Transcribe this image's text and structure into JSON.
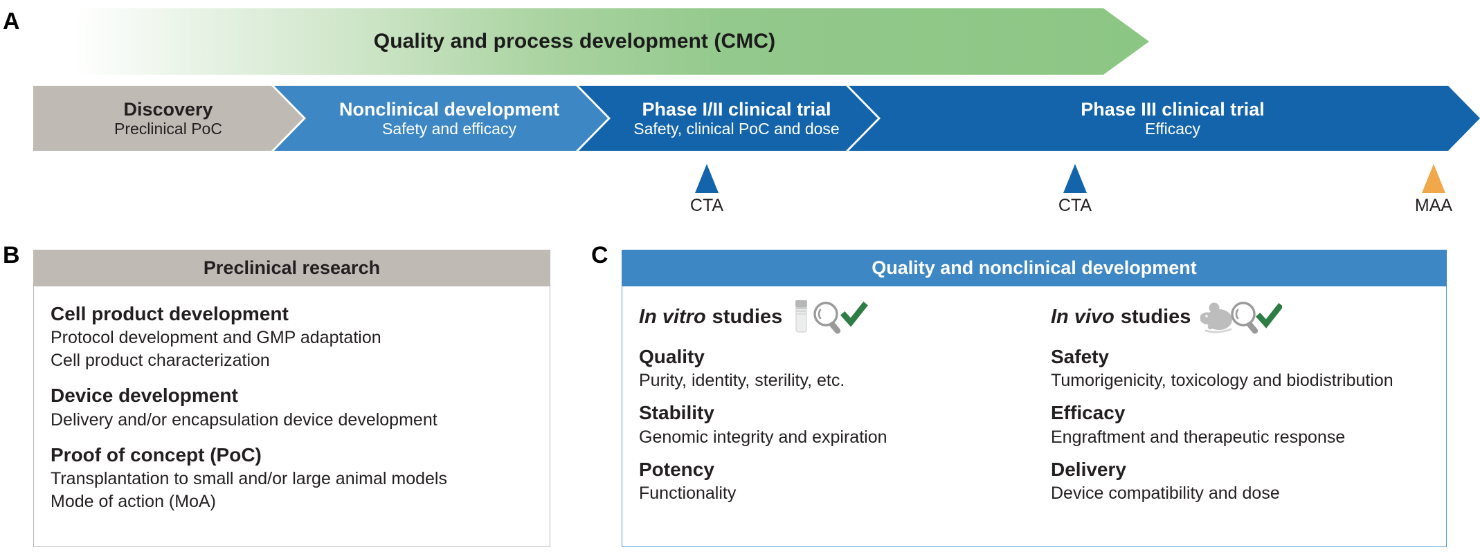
{
  "panels": {
    "a": {
      "letter": "A",
      "cmc_band": {
        "label": "Quality and process development (CMC)",
        "color": "#8cc684"
      },
      "stages": [
        {
          "title": "Discovery",
          "subtitle": "Preclinical PoC",
          "color": "#bfbab4",
          "text_color": "#231f20"
        },
        {
          "title": "Nonclinical development",
          "subtitle": "Safety and efficacy",
          "color": "#3d87c4",
          "text_color": "#ffffff"
        },
        {
          "title": "Phase I/II clinical trial",
          "subtitle": "Safety, clinical PoC and dose",
          "color": "#1464ab",
          "text_color": "#ffffff"
        },
        {
          "title": "Phase III clinical trial",
          "subtitle": "Efficacy",
          "color": "#1464ab",
          "text_color": "#ffffff"
        }
      ],
      "milestones": [
        {
          "label": "CTA",
          "color": "#1464ab"
        },
        {
          "label": "CTA",
          "color": "#1464ab"
        },
        {
          "label": "MAA",
          "color": "#f0a84a"
        }
      ]
    },
    "b": {
      "letter": "B",
      "header": "Preclinical research",
      "header_color": "#bfbab4",
      "groups": [
        {
          "heading": "Cell product development",
          "lines": [
            "Protocol development and GMP adaptation",
            "Cell product characterization"
          ]
        },
        {
          "heading": "Device development",
          "lines": [
            "Delivery and/or encapsulation device development"
          ]
        },
        {
          "heading": "Proof of concept (PoC)",
          "lines": [
            "Transplantation to small and/or large animal models",
            "Mode of action (MoA)"
          ]
        }
      ]
    },
    "c": {
      "letter": "C",
      "header": "Quality and nonclinical development",
      "header_color": "#3d87c4",
      "columns": [
        {
          "title_italic": "In vitro",
          "title_rest": "studies",
          "icon": "vial-magnifier-check-icon",
          "groups": [
            {
              "heading": "Quality",
              "line": "Purity, identity, sterility, etc."
            },
            {
              "heading": "Stability",
              "line": "Genomic integrity and expiration"
            },
            {
              "heading": "Potency",
              "line": "Functionality"
            }
          ]
        },
        {
          "title_italic": "In vivo",
          "title_rest": "studies",
          "icon": "mouse-magnifier-check-icon",
          "groups": [
            {
              "heading": "Safety",
              "line": "Tumorigenicity, toxicology and biodistribution"
            },
            {
              "heading": "Efficacy",
              "line": "Engraftment and therapeutic response"
            },
            {
              "heading": "Delivery",
              "line": "Device compatibility and dose"
            }
          ]
        }
      ]
    }
  }
}
